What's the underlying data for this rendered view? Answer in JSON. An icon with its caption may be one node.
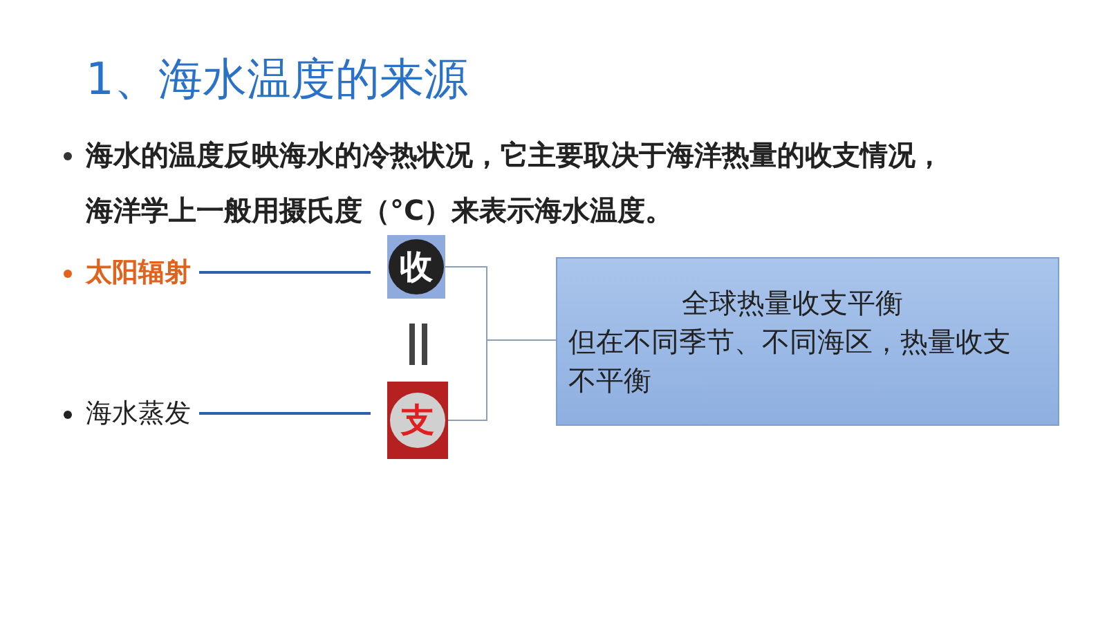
{
  "diagram": {
    "title": "1、海水温度的来源",
    "nodes": [
      {
        "text": [
          "太阳辐射"
        ]
      },
      {
        "text": [
          "收"
        ]
      },
      {
        "text": [
          "海水蒸发"
        ]
      },
      {
        "text": [
          "支"
        ]
      },
      {
        "text": [
          "全球热量收支平衡",
          "但在不同季节、不同海区，热量收支不平衡"
        ]
      }
    ],
    "edges": [
      {
        "from": 0,
        "to": 1,
        "arrow": "none"
      },
      {
        "from": 2,
        "to": 3,
        "arrow": "none"
      },
      {
        "from": 1,
        "to": 4,
        "arrow": "none",
        "color": "#8aa0b8"
      },
      {
        "from": 3,
        "to": 4,
        "arrow": "none",
        "color": "#8aa0b8"
      }
    ],
    "labels": [
      "海水的温度反映**海水的冷热状况**，它主要取决于海洋**热量的收支**情况，海洋学上一般用摄氏度（°C）来表示海水温度。"
    ]
  }
}
